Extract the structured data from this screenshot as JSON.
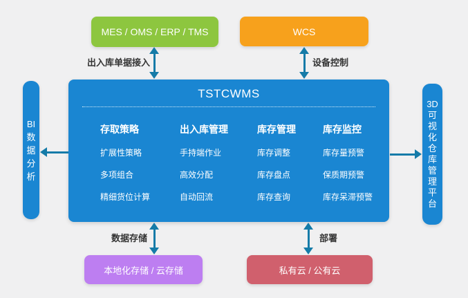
{
  "palette": {
    "background": "#f0f0f1",
    "primary_blue": "#1a86d2",
    "arrow_blue": "#157ba8",
    "green": "#8dc63f",
    "orange": "#f7a11c",
    "purple": "#bd7ef1",
    "red": "#d0606d",
    "label_text": "#333333"
  },
  "external_systems": {
    "mes_box_label": "MES / OMS / ERP / TMS",
    "wcs_box_label": "WCS"
  },
  "connections": {
    "mes_link_label": "出入库单据接入",
    "wcs_link_label": "设备控制",
    "storage_link_label": "数据存储",
    "deploy_link_label": "部署"
  },
  "wms": {
    "title": "TSTCWMS",
    "columns": [
      {
        "header": "存取策略",
        "items": [
          "扩展性策略",
          "多项组合",
          "精细货位计算"
        ]
      },
      {
        "header": "出入库管理",
        "items": [
          "手持端作业",
          "高效分配",
          "自动回流"
        ]
      },
      {
        "header": "库存管理",
        "items": [
          "库存调整",
          "库存盘点",
          "库存查询"
        ]
      },
      {
        "header": "库存监控",
        "items": [
          "库存量预警",
          "保质期预警",
          "库存呆滞预警"
        ]
      }
    ]
  },
  "side_panels": {
    "bi_label": "BI\n数\n据\n分\n析",
    "viz_label": "3D\n可\n视\n化\n仓\n库\n管\n理\n平\n台"
  },
  "deployment": {
    "storage_box_label": "本地化存储 / 云存储",
    "cloud_box_label": "私有云 / 公有云"
  }
}
